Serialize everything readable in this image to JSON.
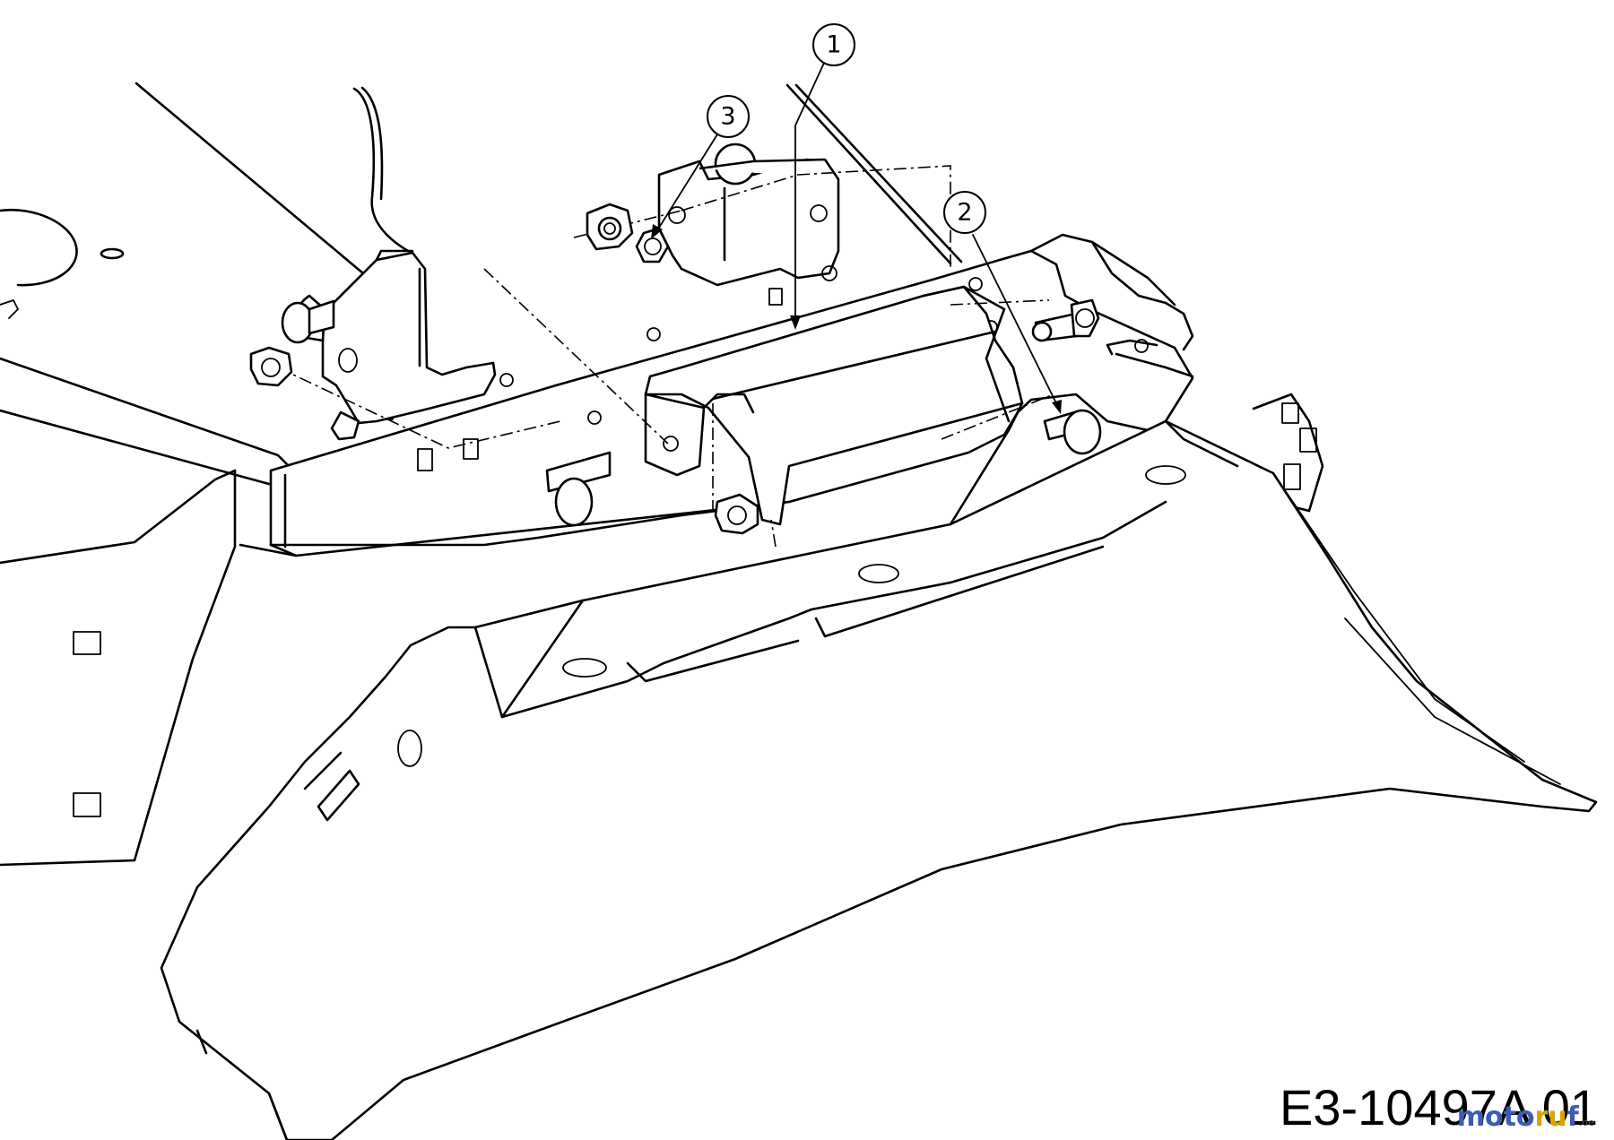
{
  "callouts": [
    {
      "id": "1",
      "label": "1"
    },
    {
      "id": "2",
      "label": "2"
    },
    {
      "id": "3",
      "label": "3"
    }
  ],
  "drawing_code": "E3-10497A 01",
  "watermark": {
    "part1": "moto",
    "part2": "ru",
    "part3": "f",
    "suffix": ".de"
  }
}
